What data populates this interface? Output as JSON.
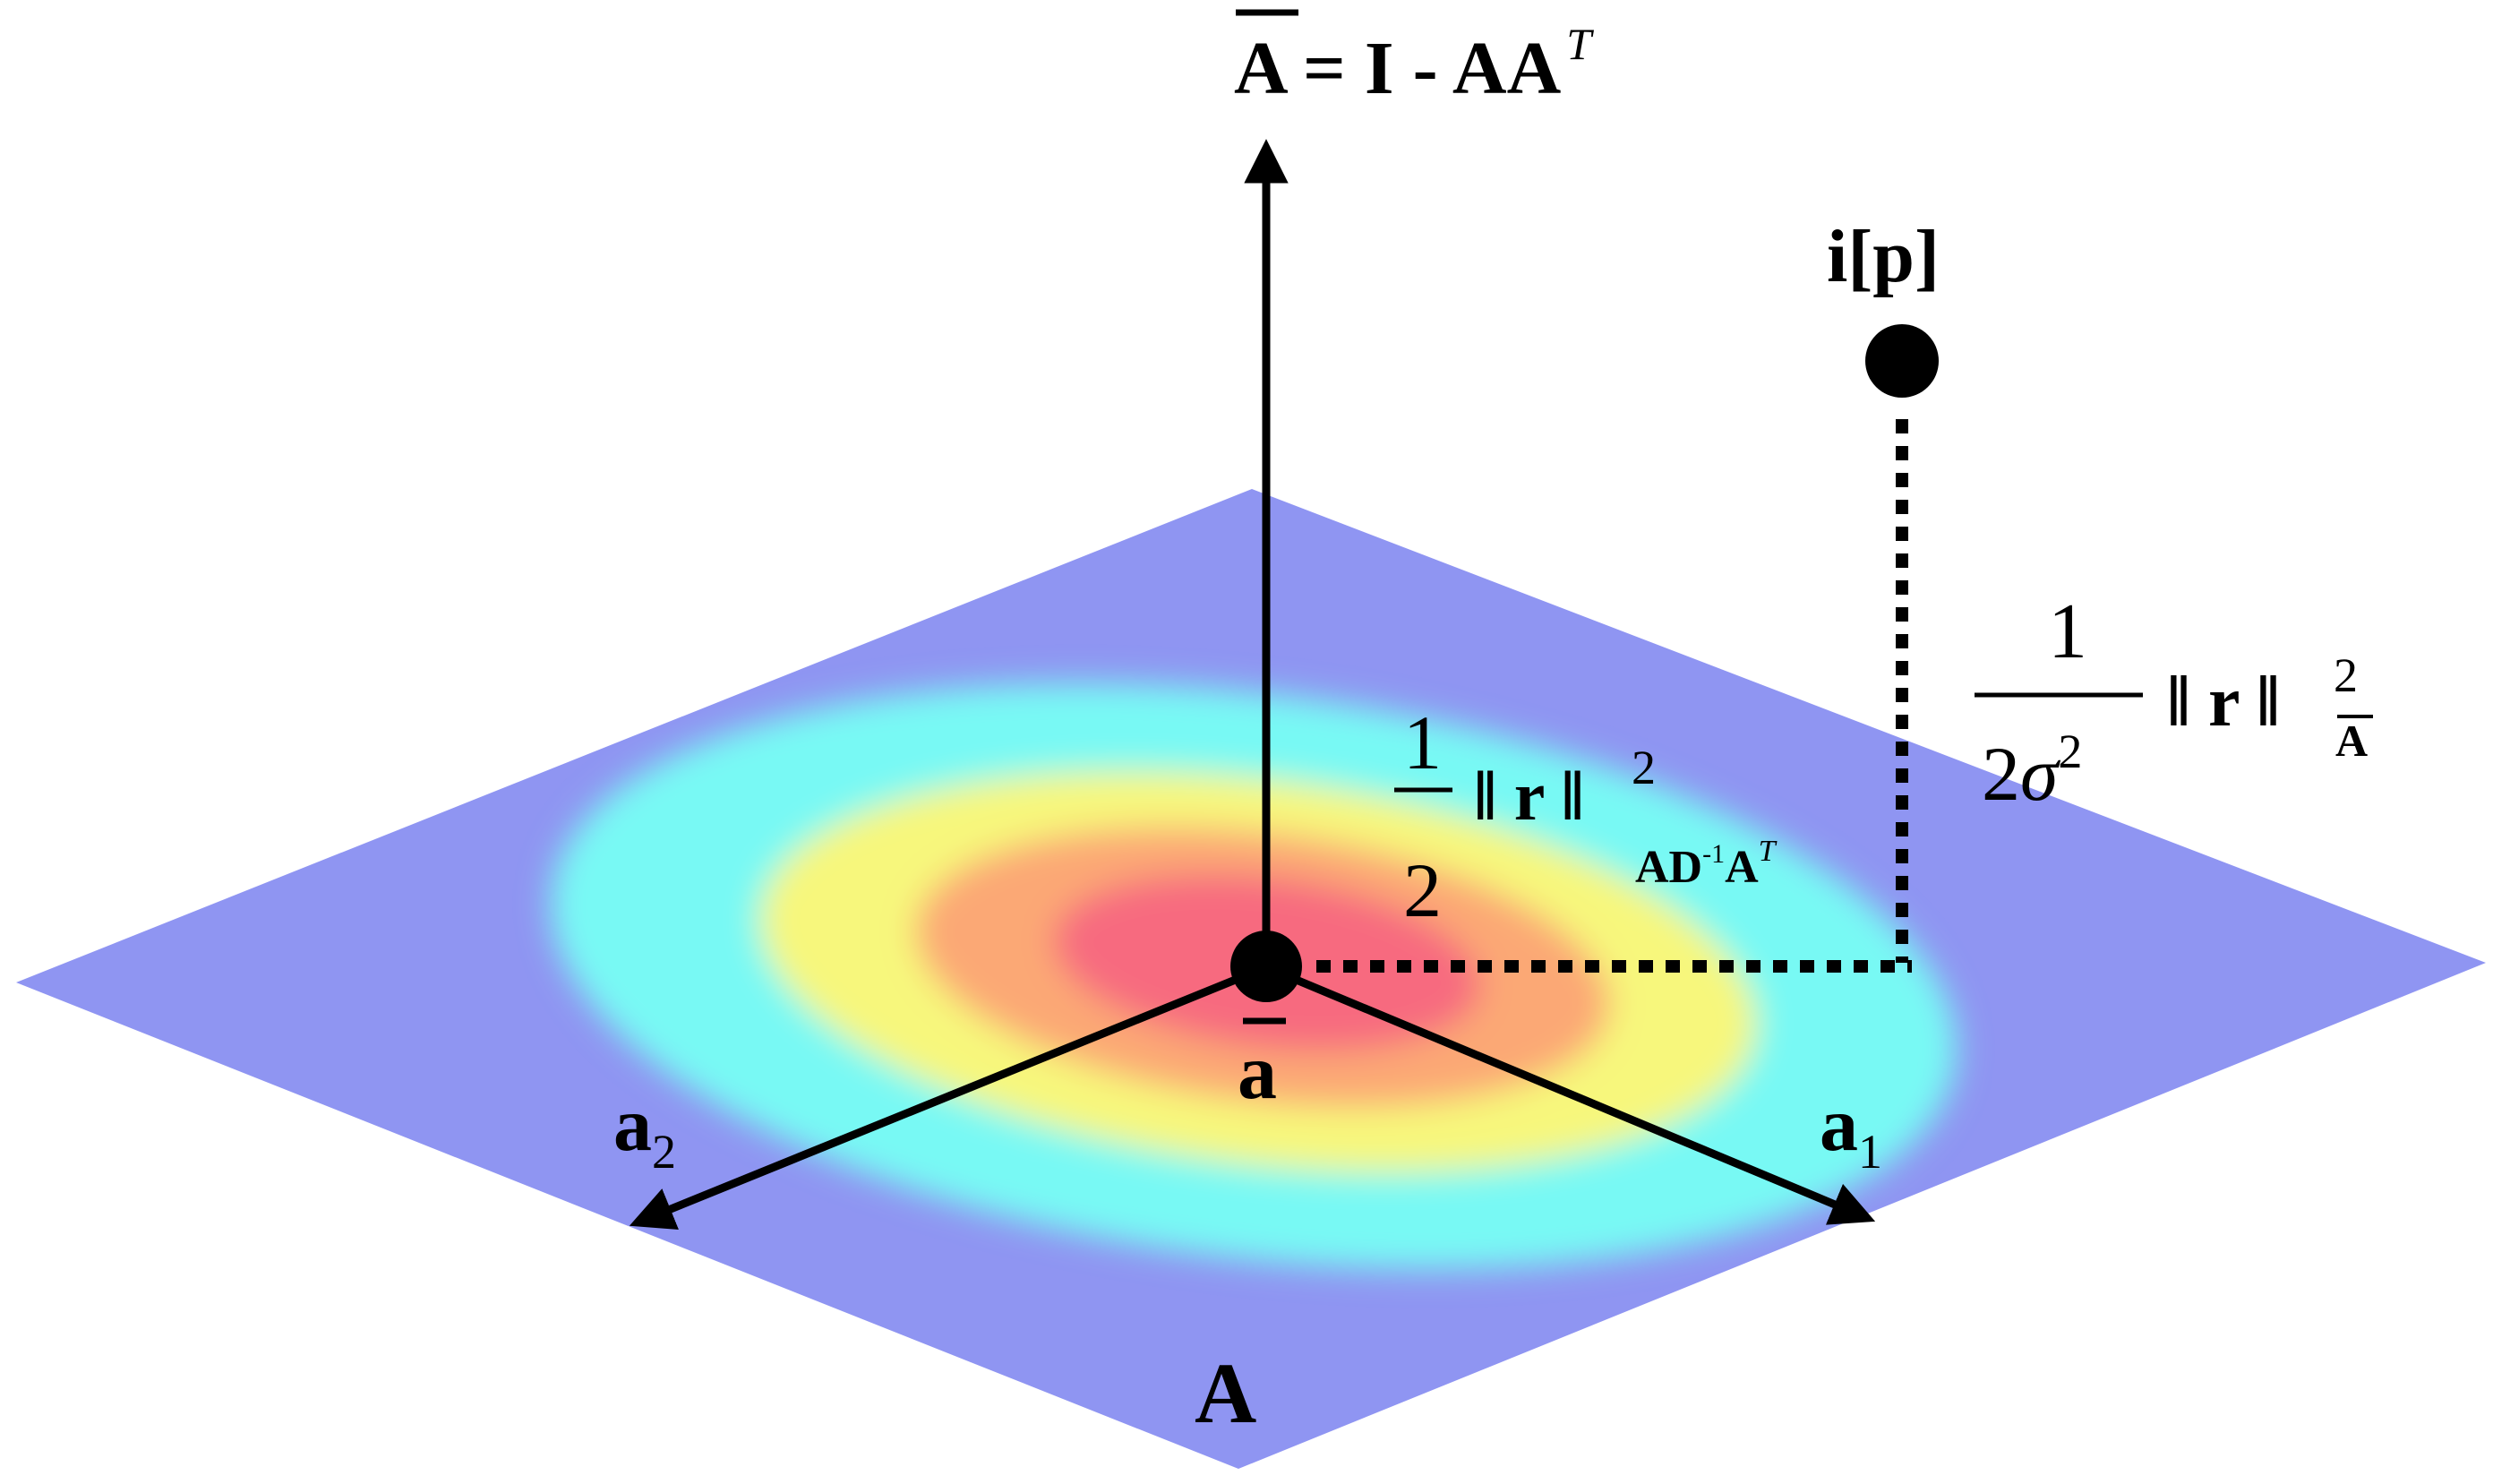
{
  "colors": {
    "plane": "#8f95f2",
    "core": "#f76a7f",
    "orange": "#fba874",
    "yellow": "#f7f77c",
    "cyan": "#78f9f4",
    "ink": "#000000"
  },
  "labels": {
    "top_eq_lhs": "A",
    "top_eq_mid": " = I - AA",
    "top_eq_sup": "T",
    "point": "i[p]",
    "center": "a",
    "axis1": "a",
    "axis1_sub": "1",
    "axis2": "a",
    "axis2_sub": "2",
    "plane": "A"
  },
  "formula_inner": {
    "num": "1",
    "den": "2",
    "norm": "‖ r ‖",
    "sup": "2",
    "sub_ad": "AD",
    "sub_exp": "-1",
    "sub_a": "A",
    "sub_t": "T"
  },
  "formula_outer": {
    "num": "1",
    "den_2": "2",
    "den_sigma": "σ",
    "den_sup": "2",
    "norm": "‖ r ‖",
    "sup": "2",
    "sub": "A"
  }
}
